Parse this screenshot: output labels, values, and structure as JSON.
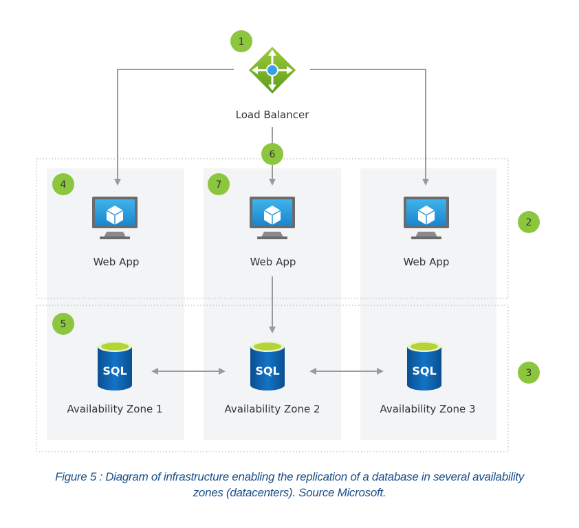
{
  "load_balancer": {
    "label": "Load Balancer"
  },
  "web_apps": [
    {
      "label": "Web App"
    },
    {
      "label": "Web App"
    },
    {
      "label": "Web App"
    }
  ],
  "databases": [
    {
      "label": "Availability Zone 1",
      "icon_text": "SQL"
    },
    {
      "label": "Availability Zone 2",
      "icon_text": "SQL"
    },
    {
      "label": "Availability Zone 3",
      "icon_text": "SQL"
    }
  ],
  "badges": [
    "1",
    "2",
    "3",
    "4",
    "5",
    "6",
    "7"
  ],
  "caption": {
    "line1": "Figure 5 : Diagram of infrastructure enabling the replication of a database in several availability",
    "line2": "zones (datacenters). Source Microsoft."
  },
  "colors": {
    "badge": "#8cc63f",
    "panel": "#f3f4f6",
    "arrow": "#9a9a9a",
    "caption": "#1b4f8a",
    "sql_blue": "#0a5ea8",
    "sql_top": "#b4d335",
    "monitor": "#1e8fd6"
  }
}
